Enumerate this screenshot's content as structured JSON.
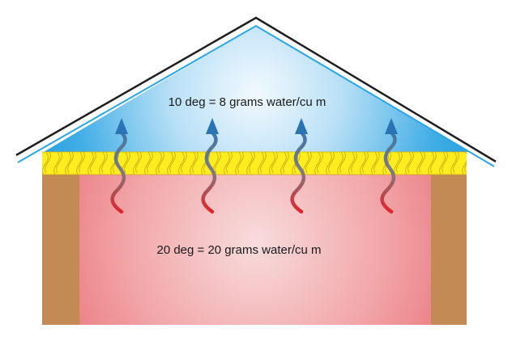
{
  "labels": {
    "attic": "10 deg = 8 grams water/cu m",
    "room": "20 deg = 20 grams water/cu m"
  },
  "arrow_count": 4,
  "colors": {
    "attic_blue_center": "#eef7fd",
    "attic_blue_edge": "#1f9ddd",
    "roof_line": "#1f1f1f",
    "roof_blue_line": "#2aa6e6",
    "insulation_yellow": "#ffee1f",
    "insulation_stroke": "#b79f10",
    "room_center": "#f7d6d6",
    "room_edge": "#ec7f84",
    "wall_brown": "#c48a55",
    "arrow_base_red": "#e0242a",
    "arrow_mid_gray": "#7a7d87",
    "arrow_tip_blue": "#2a74b4"
  }
}
